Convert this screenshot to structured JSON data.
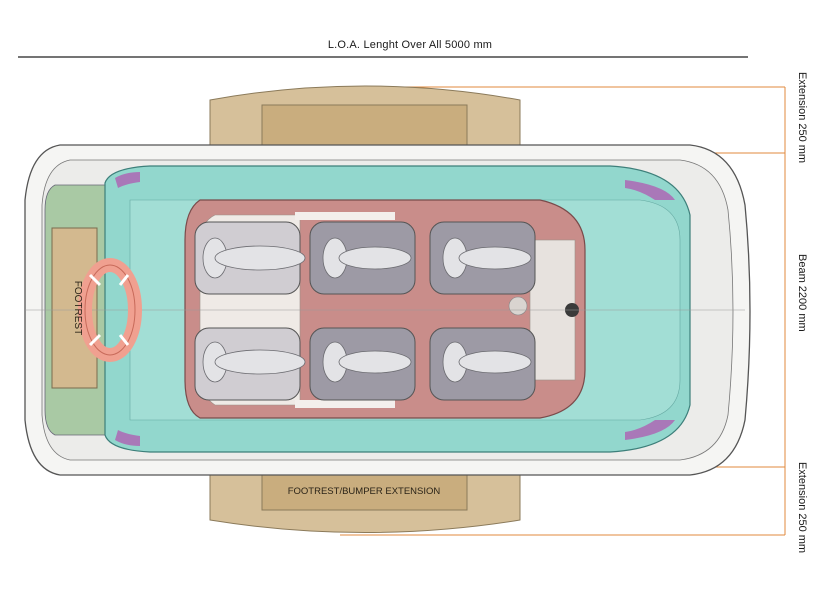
{
  "dimensions": {
    "loa": "L.O.A. Lenght Over All 5000 mm",
    "extension_top": "Extension 250 mm",
    "beam": "Beam 2200 mm",
    "extension_bottom": "Extension 250 mm"
  },
  "labels": {
    "footrest": "FOOTREST",
    "bumper_extension": "FOOTREST/BUMPER EXTENSION"
  },
  "colors": {
    "hull": "#f4f4f2",
    "teal": "#8fd6cc",
    "interior": "#c98d8a",
    "tan": "#d8c39a",
    "accent_orange": "#e08a3c",
    "purple": "#a978b8"
  }
}
